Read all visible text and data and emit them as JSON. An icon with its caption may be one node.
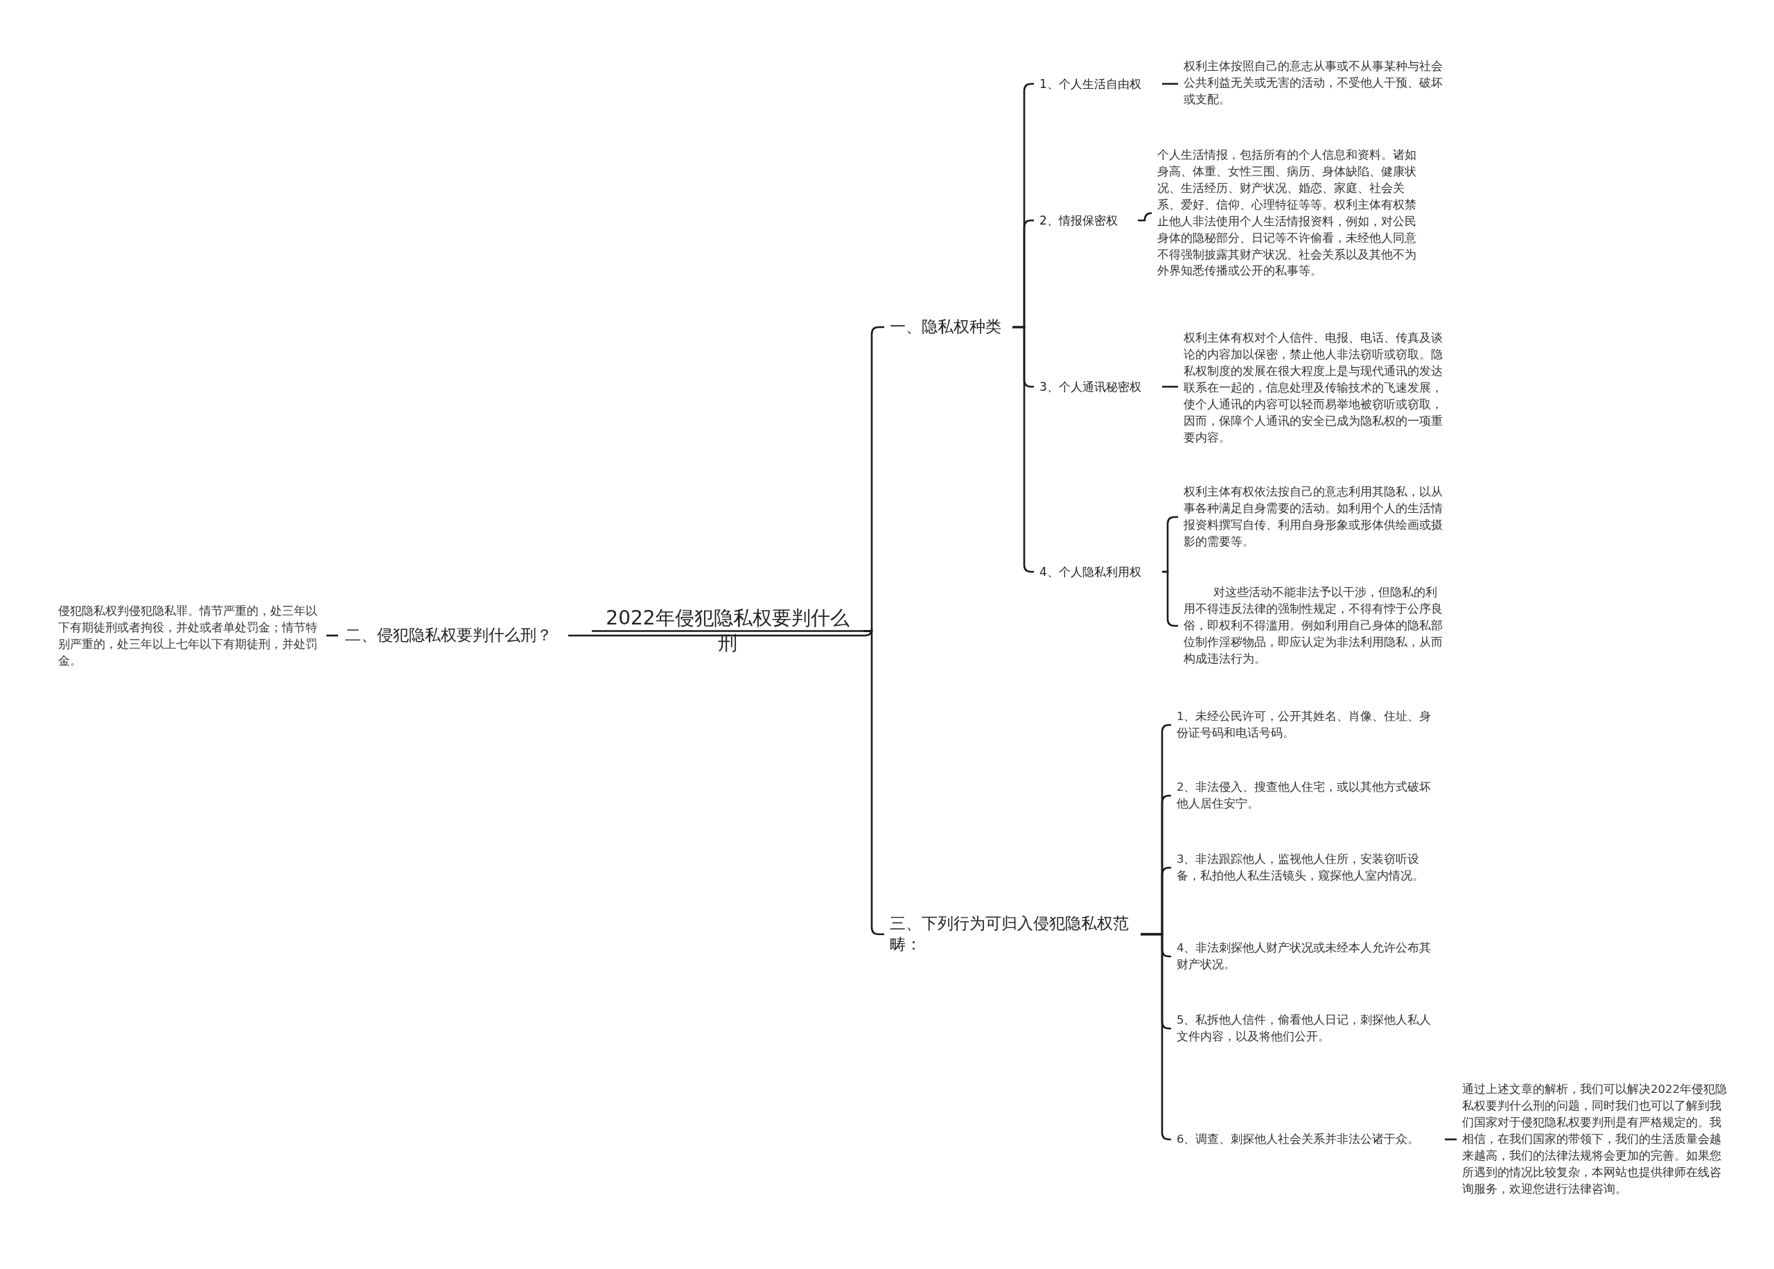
{
  "diagram": {
    "nodes": [
      {
        "text": [
          "2022年侵犯隐私权要判什么刑"
        ]
      },
      {
        "text": [
          "一、隐私权种类"
        ]
      },
      {
        "text": [
          "1、个人生活自由权"
        ]
      },
      {
        "text": [
          "权利主体按照自己的意志从事或不从事某种与社会公共利益无关或无害的活动，不受他人干预、破坏或支配。"
        ]
      },
      {
        "text": [
          "2、情报保密权"
        ]
      },
      {
        "text": [
          "个人生活情报，包括所有的个人信息和资料。诸如身高、体重、女性三围、病历、身体缺陷、健康状况、生活经历、财产状况、婚恋、家庭、社会关系、爱好、信仰、心理特征等等。权利主体有权禁止他人非法使用个人生活情报资料，例如，对公民身体的隐秘部分、日记等不许偷看，未经他人同意不得强制披露其财产状况、社会关系以及其他不为外界知悉传播或公开的私事等。"
        ]
      },
      {
        "text": [
          "3、个人通讯秘密权"
        ]
      },
      {
        "text": [
          "权利主体有权对个人信件、电报、电话、传真及谈论的内容加以保密，禁止他人非法窃听或窃取。隐私权制度的发展在很大程度上是与现代通讯的发达联系在一起的，信息处理及传输技术的飞速发展，使个人通讯的内容可以轻而易举地被窃听或窃取，因而，保障个人通讯的安全已成为隐私权的一项重要内容。"
        ]
      },
      {
        "text": [
          "4、个人隐私利用权"
        ]
      },
      {
        "text": [
          "权利主体有权依法按自己的意志利用其隐私，以从事各种满足自身需要的活动。如利用个人的生活情报资料撰写自传、利用自身形象或形体供绘画或摄影的需要等。"
        ]
      },
      {
        "text": [
          "对这些活动不能非法予以干涉，但隐私的利用不得违反法律的强制性规定，不得有悖于公序良俗，即权利不得滥用。例如利用自己身体的隐私部位制作淫秽物品，即应认定为非法利用隐私，从而构成违法行为。"
        ]
      },
      {
        "text": [
          "二、侵犯隐私权要判什么刑？"
        ]
      },
      {
        "text": [
          "侵犯隐私权判侵犯隐私罪。情节严重的，处三年以下有期徒刑或者拘役，并处或者单处罚金；情节特别严重的，处三年以上七年以下有期徒刑，并处罚金。"
        ]
      },
      {
        "text": [
          "三、下列行为可归入侵犯隐私权范畴："
        ]
      },
      {
        "text": [
          "1、未经公民许可，公开其姓名、肖像、住址、身份证号码和电话号码。"
        ]
      },
      {
        "text": [
          "2、非法侵入、搜查他人住宅，或以其他方式破坏他人居住安宁。"
        ]
      },
      {
        "text": [
          "3、非法跟踪他人，监视他人住所，安装窃听设备，私拍他人私生活镜头，窥探他人室内情况。"
        ]
      },
      {
        "text": [
          "4、非法刺探他人财产状况或未经本人允许公布其财产状况。"
        ]
      },
      {
        "text": [
          "5、私拆他人信件，偷看他人日记，刺探他人私人文件内容，以及将他们公开。"
        ]
      },
      {
        "text": [
          "6、调查、刺探他人社会关系并非法公诸于众。"
        ]
      },
      {
        "text": [
          "通过上述文章的解析，我们可以解决2022年侵犯隐私权要判什么刑的问题，同时我们也可以了解到我们国家对于侵犯隐私权要判刑是有严格规定的。我相信，在我们国家的带领下，我们的生活质量会越来越高，我们的法律法规将会更加的完善。如果您所遇到的情况比较复杂，本网站也提供律师在线咨询服务，欢迎您进行法律咨询。"
        ]
      }
    ],
    "edges": [
      {
        "from": 0,
        "to": 1,
        "arrow": "none"
      },
      {
        "from": 0,
        "to": 11,
        "arrow": "none"
      },
      {
        "from": 0,
        "to": 13,
        "arrow": "none"
      },
      {
        "from": 1,
        "to": 2,
        "arrow": "none"
      },
      {
        "from": 1,
        "to": 4,
        "arrow": "none"
      },
      {
        "from": 1,
        "to": 6,
        "arrow": "none"
      },
      {
        "from": 1,
        "to": 8,
        "arrow": "none"
      },
      {
        "from": 2,
        "to": 3,
        "arrow": "none"
      },
      {
        "from": 4,
        "to": 5,
        "arrow": "none"
      },
      {
        "from": 6,
        "to": 7,
        "arrow": "none"
      },
      {
        "from": 8,
        "to": 9,
        "arrow": "none"
      },
      {
        "from": 8,
        "to": 10,
        "arrow": "none"
      },
      {
        "from": 11,
        "to": 12,
        "arrow": "none"
      },
      {
        "from": 13,
        "to": 14,
        "arrow": "none"
      },
      {
        "from": 13,
        "to": 15,
        "arrow": "none"
      },
      {
        "from": 13,
        "to": 16,
        "arrow": "none"
      },
      {
        "from": 13,
        "to": 17,
        "arrow": "none"
      },
      {
        "from": 13,
        "to": 18,
        "arrow": "none"
      },
      {
        "from": 13,
        "to": 19,
        "arrow": "none"
      },
      {
        "from": 19,
        "to": 20,
        "arrow": "none"
      }
    ]
  }
}
